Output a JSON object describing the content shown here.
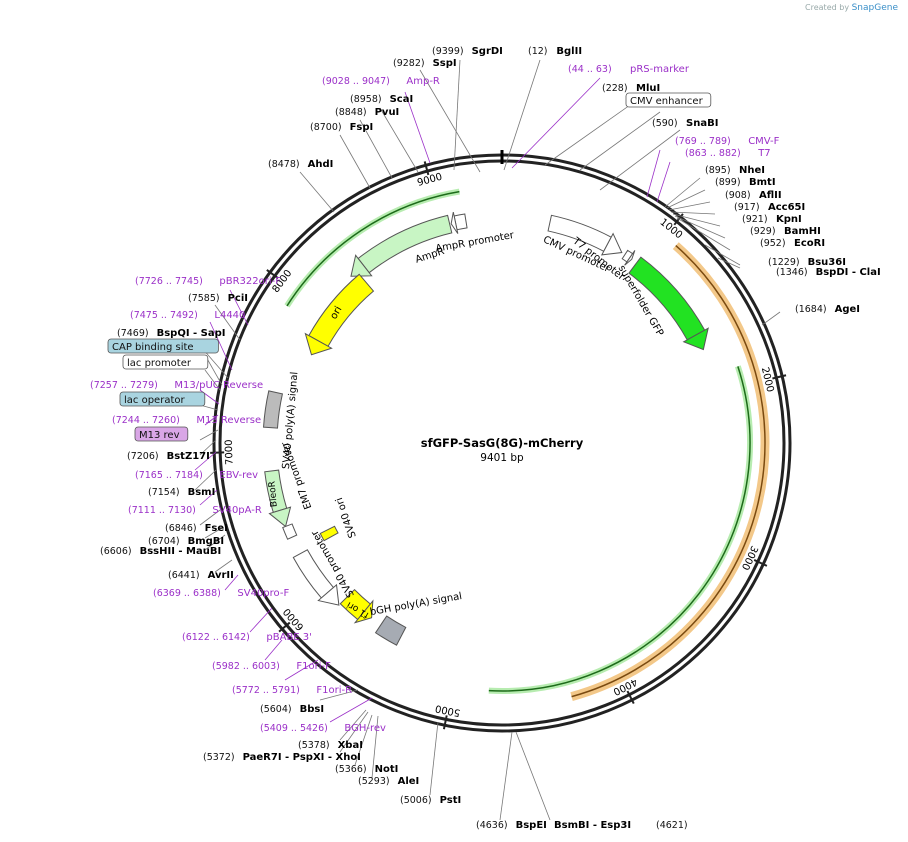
{
  "header": {
    "created_by": "Created by",
    "brand": "SnapGene"
  },
  "plasmid": {
    "name": "sfGFP-SasG(8G)-mCherry",
    "length": "9401 bp"
  },
  "colors": {
    "enzyme": "#000000",
    "primer": "#9b30c8",
    "ring": "#222222"
  },
  "ticks": [
    "1000",
    "2000",
    "3000",
    "4000",
    "5000",
    "6000",
    "7000",
    "8000",
    "9000"
  ],
  "labels": [
    {
      "pos": "(9399)",
      "name": "SgrDI",
      "kind": "enzyme"
    },
    {
      "pos": "(12)",
      "name": "BglII",
      "kind": "enzyme"
    },
    {
      "pos": "(9282)",
      "name": "SspI",
      "kind": "enzyme"
    },
    {
      "pos": "(44 .. 63)",
      "name": "pRS-marker",
      "kind": "primer"
    },
    {
      "pos": "(9028 .. 9047)",
      "name": "Amp-R",
      "kind": "primer"
    },
    {
      "pos": "(228)",
      "name": "MluI",
      "kind": "enzyme"
    },
    {
      "pos": "(8958)",
      "name": "ScaI",
      "kind": "enzyme"
    },
    {
      "pos": "",
      "name": "CMV enhancer",
      "kind": "feature-box"
    },
    {
      "pos": "(8848)",
      "name": "PvuI",
      "kind": "enzyme"
    },
    {
      "pos": "(590)",
      "name": "SnaBI",
      "kind": "enzyme"
    },
    {
      "pos": "(8700)",
      "name": "FspI",
      "kind": "enzyme"
    },
    {
      "pos": "(769 .. 789)",
      "name": "CMV-F",
      "kind": "primer"
    },
    {
      "pos": "(863 .. 882)",
      "name": "T7",
      "kind": "primer"
    },
    {
      "pos": "(8478)",
      "name": "AhdI",
      "kind": "enzyme"
    },
    {
      "pos": "(895)",
      "name": "NheI",
      "kind": "enzyme"
    },
    {
      "pos": "(899)",
      "name": "BmtI",
      "kind": "enzyme"
    },
    {
      "pos": "(908)",
      "name": "AflII",
      "kind": "enzyme"
    },
    {
      "pos": "(917)",
      "name": "Acc65I",
      "kind": "enzyme"
    },
    {
      "pos": "(921)",
      "name": "KpnI",
      "kind": "enzyme"
    },
    {
      "pos": "(929)",
      "name": "BamHI",
      "kind": "enzyme"
    },
    {
      "pos": "(952)",
      "name": "EcoRI",
      "kind": "enzyme"
    },
    {
      "pos": "(1229)",
      "name": "Bsu36I",
      "kind": "enzyme"
    },
    {
      "pos": "(1346)",
      "name": "BspDI - ClaI",
      "kind": "enzyme"
    },
    {
      "pos": "(1684)",
      "name": "AgeI",
      "kind": "enzyme"
    },
    {
      "pos": "(7726 .. 7745)",
      "name": "pBR322ori-F",
      "kind": "primer"
    },
    {
      "pos": "(7585)",
      "name": "PciI",
      "kind": "enzyme"
    },
    {
      "pos": "(7475 .. 7492)",
      "name": "L4440",
      "kind": "primer"
    },
    {
      "pos": "(7469)",
      "name": "BspQI - SapI",
      "kind": "enzyme"
    },
    {
      "pos": "",
      "name": "CAP binding site",
      "kind": "feature-box-blue"
    },
    {
      "pos": "",
      "name": "lac promoter",
      "kind": "feature-box"
    },
    {
      "pos": "(7257 .. 7279)",
      "name": "M13/pUC Reverse",
      "kind": "primer"
    },
    {
      "pos": "",
      "name": "lac operator",
      "kind": "feature-box-blue"
    },
    {
      "pos": "(7244 .. 7260)",
      "name": "M13 Reverse",
      "kind": "primer"
    },
    {
      "pos": "",
      "name": "M13 rev",
      "kind": "feature-box-purple"
    },
    {
      "pos": "(7206)",
      "name": "BstZ17I",
      "kind": "enzyme"
    },
    {
      "pos": "(7165 .. 7184)",
      "name": "EBV-rev",
      "kind": "primer"
    },
    {
      "pos": "(7154)",
      "name": "BsmI",
      "kind": "enzyme"
    },
    {
      "pos": "(7111 .. 7130)",
      "name": "SV40pA-R",
      "kind": "primer"
    },
    {
      "pos": "(6846)",
      "name": "FseI",
      "kind": "enzyme"
    },
    {
      "pos": "(6704)",
      "name": "BmgBI",
      "kind": "enzyme"
    },
    {
      "pos": "(6606)",
      "name": "BssHII - MauBI",
      "kind": "enzyme"
    },
    {
      "pos": "(6441)",
      "name": "AvrII",
      "kind": "enzyme"
    },
    {
      "pos": "(6369 .. 6388)",
      "name": "SV40pro-F",
      "kind": "primer"
    },
    {
      "pos": "(6122 .. 6142)",
      "name": "pBABE 3'",
      "kind": "primer"
    },
    {
      "pos": "(5982 .. 6003)",
      "name": "F1ori-F",
      "kind": "primer"
    },
    {
      "pos": "(5772 .. 5791)",
      "name": "F1ori-R",
      "kind": "primer"
    },
    {
      "pos": "(5604)",
      "name": "BbsI",
      "kind": "enzyme"
    },
    {
      "pos": "(5409 .. 5426)",
      "name": "BGH-rev",
      "kind": "primer"
    },
    {
      "pos": "(5378)",
      "name": "XbaI",
      "kind": "enzyme"
    },
    {
      "pos": "(5372)",
      "name": "PaeR7I - PspXI - XhoI",
      "kind": "enzyme"
    },
    {
      "pos": "(5366)",
      "name": "NotI",
      "kind": "enzyme"
    },
    {
      "pos": "(5293)",
      "name": "AleI",
      "kind": "enzyme"
    },
    {
      "pos": "(5006)",
      "name": "PstI",
      "kind": "enzyme"
    },
    {
      "pos": "(4636)",
      "name": "BspEI",
      "kind": "enzyme"
    },
    {
      "pos": "",
      "name": "BsmBI - Esp3I",
      "kind": "enzyme"
    },
    {
      "pos": "(4621)",
      "name": "",
      "kind": "enzyme"
    }
  ],
  "features": {
    "ampr_promoter": "AmpR promoter",
    "ampr": "AmpR",
    "cmv_promoter": "CMV promoter",
    "t7_promoter": "T7 promoter",
    "sfgfp": "superfolder GFP",
    "ori": "ori",
    "sv40_polya": "SV40 poly(A) signal",
    "em7": "EM7 promoter",
    "bleor": "BleoR",
    "sv40_ori": "SV40 ori",
    "sv40_promoter": "SV40 promoter",
    "f1_ori": "f1 ori",
    "bgh": "bGH poly(A) signal"
  }
}
